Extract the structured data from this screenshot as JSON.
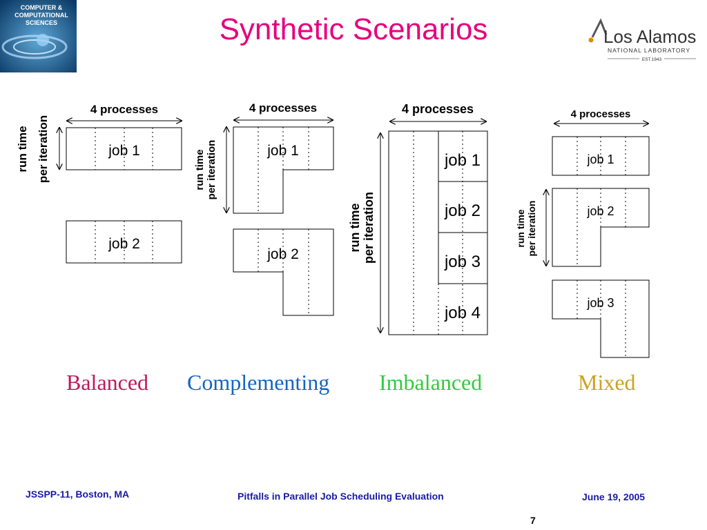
{
  "slide": {
    "title": "Synthetic Scenarios",
    "page_number": "7"
  },
  "logos": {
    "left": {
      "name": "computer-and-computational-sciences-logo",
      "line1": "COMPUTER &",
      "line2": "COMPUTATIONAL",
      "line3": "SCIENCES"
    },
    "right": {
      "name": "los-alamos-logo",
      "brand": "Los Alamos",
      "sub": "NATIONAL LABORATORY",
      "est": "EST.1943"
    }
  },
  "diagram": {
    "width_label": "4 processes",
    "height_label_line1": "run time",
    "height_label_line2": "per iteration",
    "scenarios": [
      {
        "name": "Balanced",
        "jobs": [
          "job 1",
          "job 2"
        ],
        "caption_color": "#c2185b"
      },
      {
        "name": "Complementing",
        "jobs": [
          "job 1",
          "job 2"
        ],
        "caption_color": "#1565c0"
      },
      {
        "name": "Imbalanced",
        "jobs": [
          "job 1",
          "job 2",
          "job 3",
          "job 4"
        ],
        "caption_color": "#2ecc40"
      },
      {
        "name": "Mixed",
        "jobs": [
          "job 1",
          "job 2",
          "job 3"
        ],
        "caption_color": "#c9a227"
      }
    ]
  },
  "footer": {
    "left": "JSSPP-11, Boston, MA",
    "center": "Pitfalls in Parallel Job Scheduling Evaluation",
    "right": "June 19, 2005"
  },
  "colors": {
    "title": "#e6007e",
    "footer": "#1a1aa6"
  }
}
